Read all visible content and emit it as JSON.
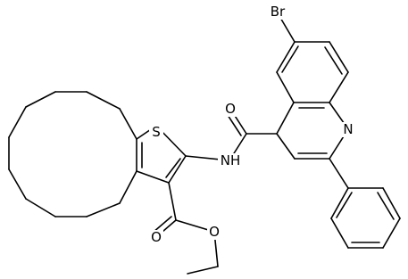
{
  "atom_labels": {
    "br": "Br",
    "s": "S",
    "n_quinoline": "N",
    "nh": "NH",
    "o_amide": "O",
    "o_ester_carbonyl": "O",
    "o_ester_ether": "O"
  }
}
